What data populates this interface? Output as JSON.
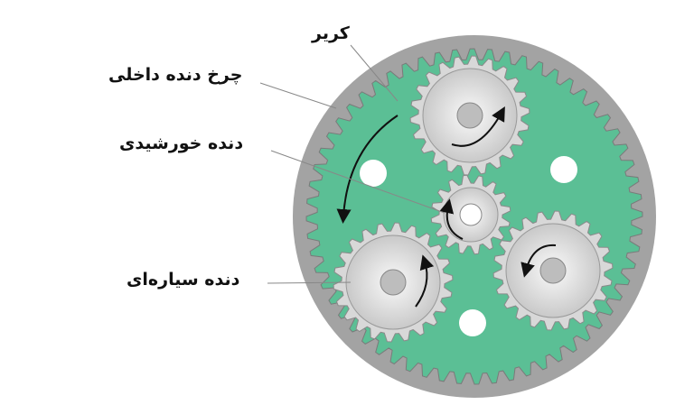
{
  "labels": {
    "carrier": "کریر",
    "ring_gear": "چرخ دنده داخلی",
    "sun_gear": "دنده خورشیدی",
    "planet_gear": "دنده سیاره‌ای"
  },
  "colors": {
    "ring": "#a3a3a3",
    "carrier": "#5bbf95",
    "gear": "#e2e2e2",
    "gear_stroke": "#8a8a8a",
    "leader": "#888888"
  }
}
